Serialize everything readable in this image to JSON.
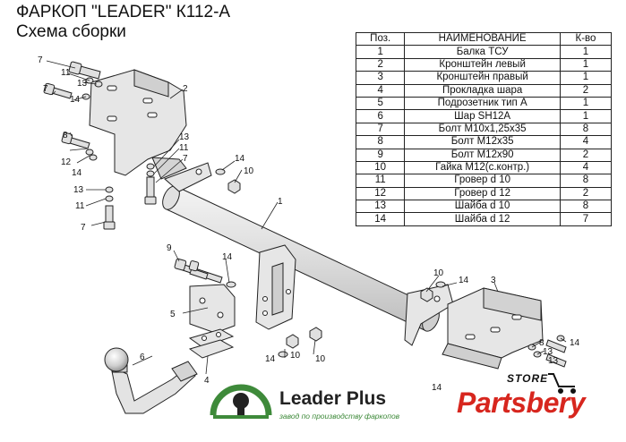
{
  "header": {
    "title": "ФАРКОП \"LEADER\" К112-А",
    "subtitle": "Схема сборки"
  },
  "parts_table": {
    "headers": [
      "Поз.",
      "НАИМЕНОВАНИЕ",
      "К-во"
    ],
    "rows": [
      [
        "1",
        "Балка ТСУ",
        "1"
      ],
      [
        "2",
        "Кронштейн левый",
        "1"
      ],
      [
        "3",
        "Кронштейн правый",
        "1"
      ],
      [
        "4",
        "Прокладка шара",
        "2"
      ],
      [
        "5",
        "Подрозетник тип А",
        "1"
      ],
      [
        "6",
        "Шар SH12A",
        "1"
      ],
      [
        "7",
        "Болт М10х1,25х35",
        "8"
      ],
      [
        "8",
        "Болт М12х35",
        "4"
      ],
      [
        "9",
        "Болт М12х90",
        "2"
      ],
      [
        "10",
        "Гайка М12(с.контр.)",
        "4"
      ],
      [
        "11",
        "Гровер d 10",
        "8"
      ],
      [
        "12",
        "Гровер d 12",
        "2"
      ],
      [
        "13",
        "Шайба d 10",
        "8"
      ],
      [
        "14",
        "Шайба d 12",
        "7"
      ]
    ]
  },
  "callouts": {
    "c1": "1",
    "c2": "2",
    "c3": "3",
    "c4": "4",
    "c5": "5",
    "c6": "6",
    "c7a": "7",
    "c7b": "7",
    "c7c": "7",
    "c7d": "7",
    "c8a": "8",
    "c8b": "8",
    "c9a": "9",
    "c10a": "10",
    "c10b": "10",
    "c10c": "10",
    "c10d": "10",
    "c11a": "11",
    "c11b": "11",
    "c11c": "11",
    "c12a": "12",
    "c13a": "13",
    "c13b": "13",
    "c13c": "13",
    "c13d": "13",
    "c13e": "13",
    "c14a": "14",
    "c14b": "14",
    "c14c": "14",
    "c14d": "14",
    "c14e": "14",
    "c14f": "14",
    "c14g": "14",
    "c14h": "14"
  },
  "logo_leader": {
    "brand_main": "Leader",
    "brand_accent": "Plus",
    "tagline": "завод по производству фаркопов",
    "colors": {
      "green": "#3e8a3a",
      "dark": "#222222"
    }
  },
  "logo_store": {
    "store_word": "STORE",
    "brand": "Partsbery",
    "colors": {
      "red": "#d7261e",
      "dark": "#111111"
    }
  },
  "colors": {
    "metal": "#e6e6e6",
    "outline": "#222222"
  }
}
